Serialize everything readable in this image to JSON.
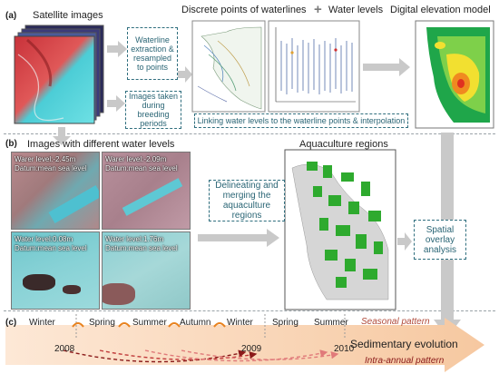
{
  "panels": {
    "a": "(a)",
    "b": "(b)",
    "c": "(c)"
  },
  "titles": {
    "satellite": "Satellite images",
    "discrete": "Discrete points of waterlines",
    "plus": "+",
    "water_levels": "Water levels",
    "dem": "Digital elevation model",
    "images_levels": "Images with different water levels",
    "aquaculture": "Aquaculture regions"
  },
  "boxes": {
    "waterline": "Waterline extraction & resampled to points",
    "breeding": "Images taken during breeding periods",
    "linking": "Linking water levels to the waterline points & interpolation",
    "delineating": "Delineating and merging the aquaculture regions",
    "overlay": "Spatial overlay analysis"
  },
  "thumbs": [
    {
      "level": "Warer level:-2.45m",
      "datum": "Datum:mean sea level"
    },
    {
      "level": "Warer level:-2.09m",
      "datum": "Datum:mean sea level"
    },
    {
      "level": "Water level:0.08m",
      "datum": "Datum:mean sea level"
    },
    {
      "level": "Water level:1.76m",
      "datum": "Datum:mean sea level"
    }
  ],
  "timeline": {
    "seasons": [
      "Winter",
      "Spring",
      "Summer",
      "Autumn",
      "Winter",
      "Spring",
      "Summer"
    ],
    "years": [
      "2008",
      "2009",
      "2010"
    ],
    "seasonal_pattern": "Seasonal pattern",
    "intra_annual_pattern": "Intra-annual pattern",
    "sedimentary": "Sedimentary evolution"
  },
  "colors": {
    "box_border": "#2f6e7e",
    "arrow_gray": "#c9c9c9",
    "timeline_band": "#f8dcc0",
    "orange_arrow": "#e8821e",
    "dark_red": "#8b1a1a",
    "seasonal_text": "#b04a3a"
  }
}
